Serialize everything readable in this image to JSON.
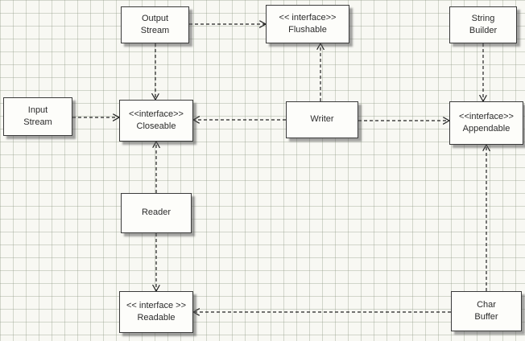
{
  "diagram": {
    "nodes": {
      "output_stream": {
        "line1": "Output",
        "line2": "Stream"
      },
      "flushable": {
        "line1": "<< interface>>",
        "line2": "Flushable"
      },
      "string_builder": {
        "line1": "String",
        "line2": "Builder"
      },
      "input_stream": {
        "line1": "Input",
        "line2": "Stream"
      },
      "closeable": {
        "line1": "<<interface>>",
        "line2": "Closeable"
      },
      "writer": {
        "line1": "Writer"
      },
      "appendable": {
        "line1": "<<interface>>",
        "line2": "Appendable"
      },
      "reader": {
        "line1": "Reader"
      },
      "readable": {
        "line1": "<< interface >>",
        "line2": "Readable"
      },
      "char_buffer": {
        "line1": "Char",
        "line2": "Buffer"
      }
    },
    "edges": [
      {
        "from": "Output Stream",
        "to": "Flushable",
        "style": "dashed-open-arrow"
      },
      {
        "from": "Output Stream",
        "to": "Closeable",
        "style": "dashed-open-arrow"
      },
      {
        "from": "String Builder",
        "to": "Appendable",
        "style": "dashed-open-arrow"
      },
      {
        "from": "Input Stream",
        "to": "Closeable",
        "style": "dashed-open-arrow"
      },
      {
        "from": "Writer",
        "to": "Closeable",
        "style": "dashed-open-arrow"
      },
      {
        "from": "Writer",
        "to": "Flushable",
        "style": "dashed-open-arrow"
      },
      {
        "from": "Writer",
        "to": "Appendable",
        "style": "dashed-open-arrow"
      },
      {
        "from": "Reader",
        "to": "Closeable",
        "style": "dashed-open-arrow"
      },
      {
        "from": "Reader",
        "to": "Readable",
        "style": "dashed-open-arrow"
      },
      {
        "from": "Char Buffer",
        "to": "Readable",
        "style": "dashed-open-arrow"
      },
      {
        "from": "Char Buffer",
        "to": "Appendable",
        "style": "dashed-open-arrow"
      }
    ],
    "colors": {
      "node_fill": "#fdfdfa",
      "node_border": "#3a3a3a",
      "edge": "#222222",
      "grid": "#9aa58a"
    }
  }
}
